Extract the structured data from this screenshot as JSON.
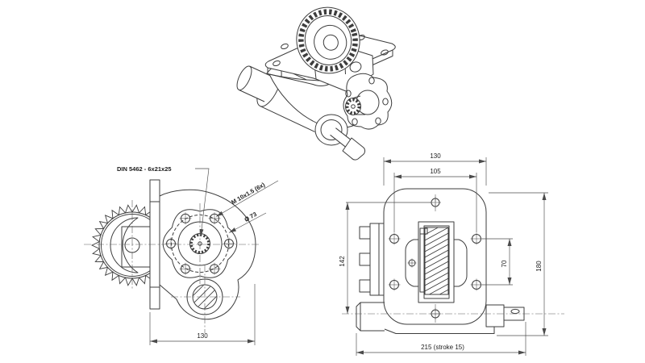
{
  "drawing": {
    "side_view": {
      "spline_label": "DIN 5462 - 6x21x25",
      "thread_label": "M 10x1.5 (6x)",
      "bolt_circle_label": "Ø 73",
      "width_dim": "130"
    },
    "front_view": {
      "width_dim": "130",
      "bolt_spacing_dim": "105",
      "flange_height_dim": "142",
      "gear_span_dim": "70",
      "total_height_dim": "180",
      "length_dim": "215 (stroke 15)"
    },
    "colors": {
      "line": "#3d3d3d",
      "dimension": "#4b4b4b",
      "background": "#ffffff"
    }
  }
}
